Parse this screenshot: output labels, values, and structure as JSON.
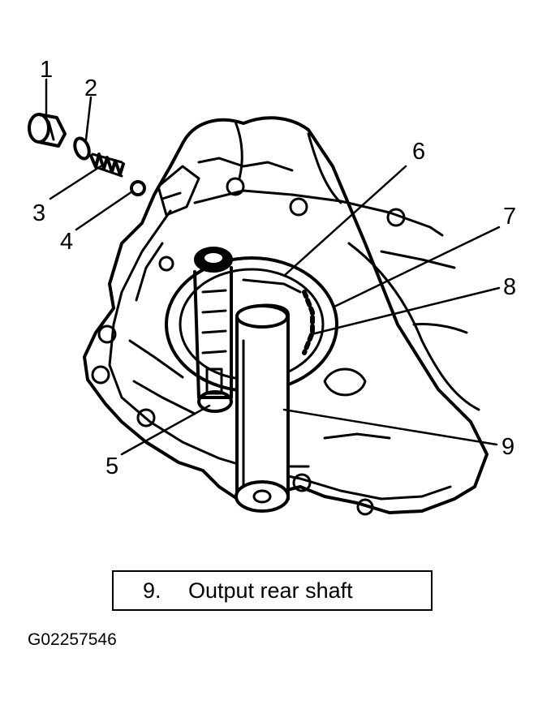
{
  "callouts": [
    {
      "number": "1"
    },
    {
      "number": "2"
    },
    {
      "number": "3"
    },
    {
      "number": "4"
    },
    {
      "number": "5"
    },
    {
      "number": "6"
    },
    {
      "number": "7"
    },
    {
      "number": "8"
    },
    {
      "number": "9"
    }
  ],
  "legend": {
    "number": "9.",
    "text": "Output rear shaft"
  },
  "figure_id": "G02257546"
}
